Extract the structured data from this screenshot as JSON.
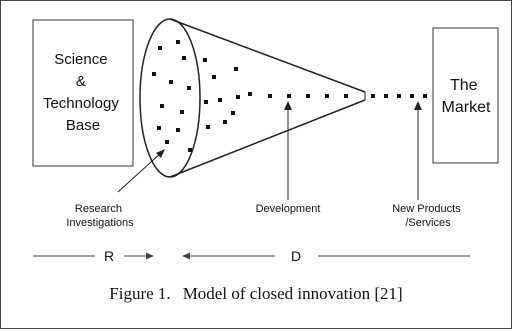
{
  "left_box": {
    "lines": [
      "Science",
      "&",
      "Technology",
      "Base"
    ]
  },
  "right_box": {
    "lines": [
      "The",
      "Market"
    ]
  },
  "labels": {
    "research": [
      "Research",
      "Investigations"
    ],
    "development": "Development",
    "new_products": [
      "New Products",
      "/Services"
    ]
  },
  "phases": {
    "r": "R",
    "d": "D"
  },
  "caption": {
    "number": "Figure 1.",
    "text": "Model of closed innovation [21]"
  }
}
